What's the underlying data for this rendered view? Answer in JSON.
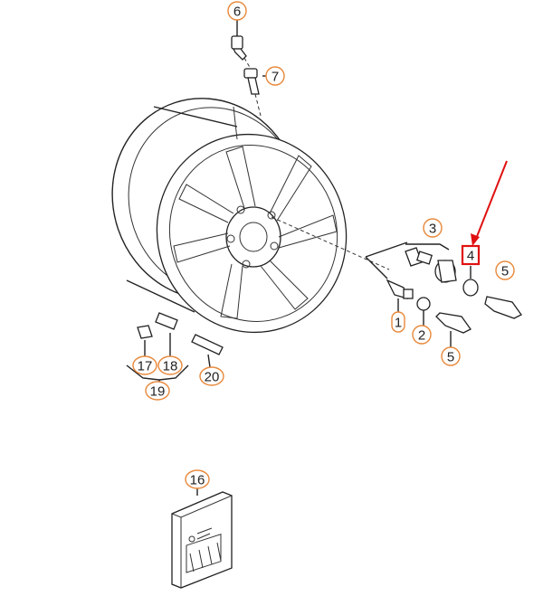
{
  "accent_color": "#e8883a",
  "highlight_color": "#e01010",
  "callouts": [
    {
      "id": "6",
      "label": "6",
      "shape": "circle"
    },
    {
      "id": "7",
      "label": "7",
      "shape": "circle"
    },
    {
      "id": "3",
      "label": "3",
      "shape": "circle"
    },
    {
      "id": "4",
      "label": "4",
      "shape": "square"
    },
    {
      "id": "5a",
      "label": "5",
      "shape": "circle"
    },
    {
      "id": "1",
      "label": "1",
      "shape": "pill"
    },
    {
      "id": "2",
      "label": "2",
      "shape": "circle"
    },
    {
      "id": "5b",
      "label": "5",
      "shape": "circle"
    },
    {
      "id": "17",
      "label": "17",
      "shape": "circle"
    },
    {
      "id": "18",
      "label": "18",
      "shape": "circle"
    },
    {
      "id": "19",
      "label": "19",
      "shape": "circle"
    },
    {
      "id": "20",
      "label": "20",
      "shape": "circle"
    },
    {
      "id": "16",
      "label": "16",
      "shape": "circle"
    }
  ]
}
